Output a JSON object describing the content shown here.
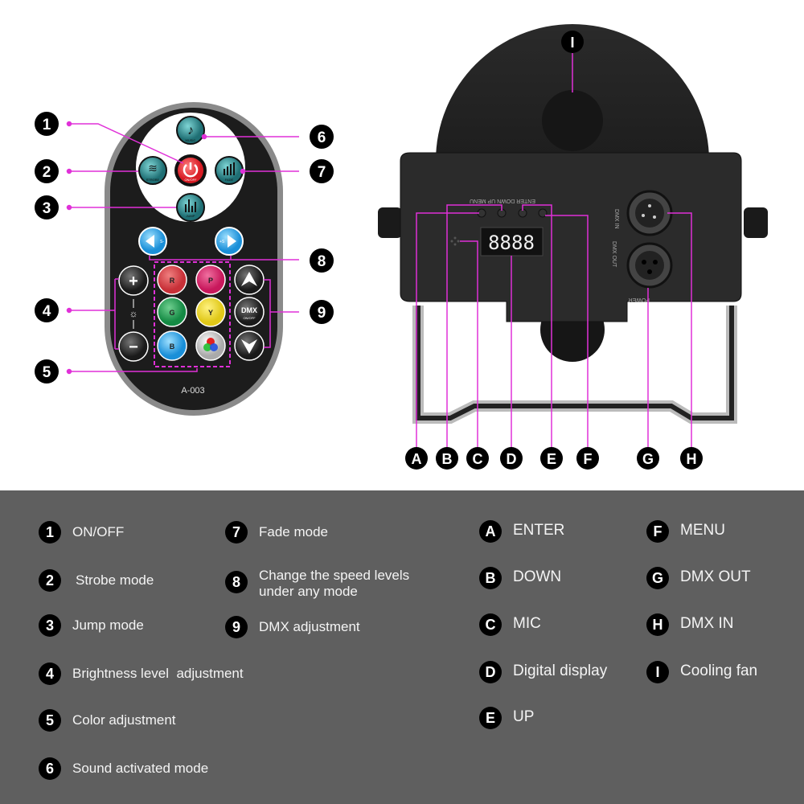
{
  "remote": {
    "model": "A-003",
    "buttons": {
      "music": "MUSIC",
      "strobe": "STROBE",
      "power": "ON/OFF",
      "fade": "FADE",
      "jump": "JUMP",
      "speed_down": "S-",
      "speed_up": "+S",
      "plus": "+",
      "minus": "−",
      "red": "R",
      "pink": "P",
      "green": "G",
      "yellow": "Y",
      "blue": "B",
      "dmx": "DMX",
      "dmx_sub": "ON/OFF"
    }
  },
  "device": {
    "display": "8888",
    "panel_labels": [
      "DMX IN",
      "DMX OUT",
      "POWER"
    ],
    "button_labels": "ENTER DOWN UP MENU"
  },
  "callouts": {
    "remote": [
      "1",
      "2",
      "3",
      "4",
      "5",
      "6",
      "7",
      "8",
      "9"
    ],
    "device": [
      "A",
      "B",
      "C",
      "D",
      "E",
      "F",
      "G",
      "H",
      "I"
    ]
  },
  "legend": {
    "remote_items": [
      {
        "num": "1",
        "text": "ON/OFF"
      },
      {
        "num": "2",
        "text": "Strobe mode"
      },
      {
        "num": "3",
        "text": "Jump mode"
      },
      {
        "num": "4",
        "text": "Brightness level  adjustment"
      },
      {
        "num": "5",
        "text": "Color adjustment"
      },
      {
        "num": "6",
        "text": "Sound activated mode"
      },
      {
        "num": "7",
        "text": "Fade mode"
      },
      {
        "num": "8",
        "text": "Change the speed levels under any mode"
      },
      {
        "num": "9",
        "text": "DMX adjustment"
      }
    ],
    "device_items": [
      {
        "num": "A",
        "text": "ENTER"
      },
      {
        "num": "B",
        "text": "DOWN"
      },
      {
        "num": "C",
        "text": "MIC"
      },
      {
        "num": "D",
        "text": "Digital display"
      },
      {
        "num": "E",
        "text": "UP"
      },
      {
        "num": "F",
        "text": "MENU"
      },
      {
        "num": "G",
        "text": "DMX OUT"
      },
      {
        "num": "H",
        "text": "DMX IN"
      },
      {
        "num": "I",
        "text": "Cooling fan"
      }
    ]
  },
  "colors": {
    "callout_line": "#e030d8",
    "panel_bg": "#5f5f5f",
    "badge": "#000000"
  }
}
